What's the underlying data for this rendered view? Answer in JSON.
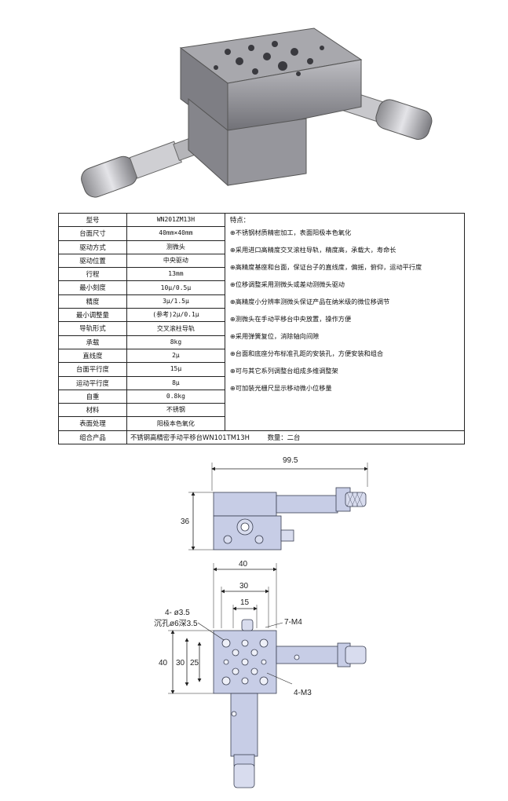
{
  "spec_table": {
    "rows": [
      {
        "label": "型号",
        "value": "WN201ZM13H"
      },
      {
        "label": "台面尺寸",
        "value": "40mm×40mm"
      },
      {
        "label": "驱动方式",
        "value": "测微头"
      },
      {
        "label": "驱动位置",
        "value": "中央驱动"
      },
      {
        "label": "行程",
        "value": "13mm"
      },
      {
        "label": "最小刻度",
        "value": "10μ/0.5μ"
      },
      {
        "label": "精度",
        "value": "3μ/1.5μ"
      },
      {
        "label": "最小调整量",
        "value": "(参考)2μ/0.1μ"
      },
      {
        "label": "导轨形式",
        "value": "交叉滚柱导轨"
      },
      {
        "label": "承载",
        "value": "8kg"
      },
      {
        "label": "直线度",
        "value": "2μ"
      },
      {
        "label": "台面平行度",
        "value": "15μ"
      },
      {
        "label": "运动平行度",
        "value": "8μ"
      },
      {
        "label": "自重",
        "value": "0.8kg"
      },
      {
        "label": "材料",
        "value": "不锈钢"
      },
      {
        "label": "表面处理",
        "value": "阳极本色氧化"
      }
    ],
    "combo": {
      "label": "组合产品",
      "value": "不锈钢高精密手动平移台WN101TM13H",
      "qty": "数量：二台"
    }
  },
  "features": {
    "title": "特点：",
    "items": [
      "⊕不锈钢材质精密加工，表面阳极本色氧化",
      "⊕采用进口高精度交叉滚柱导轨，精度高，承载大，寿命长",
      "⊕高精度基座和台面，保证台子的直线度，偏摇，俯仰，运动平行度",
      "⊕位移调整采用测微头或差动测微头驱动",
      "⊕高精度小分辨率测微头保证产品在纳米级的微位移调节",
      "⊕测微头在手动平移台中央放置，操作方便",
      "⊕采用弹簧复位，消除轴向间隙",
      "⊕台面和底座分布标准孔距的安装孔，方便安装和组合",
      "⊕可与其它系列调整台组成多维调整架",
      "⊕可加装光栅尺显示移动微小位移量"
    ]
  },
  "drawing": {
    "dim_width_total": "99.5",
    "dim_height_side": "36",
    "dim_top_width": "40",
    "dim_30_h": "30",
    "dim_15": "15",
    "dim_40_v": "40",
    "dim_30_v": "30",
    "dim_25_v": "25",
    "callout_holes": "4- ø3.5",
    "callout_counterbore": "沉孔ø6深3.5",
    "callout_m4": "7-M4",
    "callout_m3": "4-M3"
  },
  "colors": {
    "stage_fill": "#c7cde6",
    "stage_stroke": "#3a3f52",
    "metal": "#9a9aa0"
  }
}
